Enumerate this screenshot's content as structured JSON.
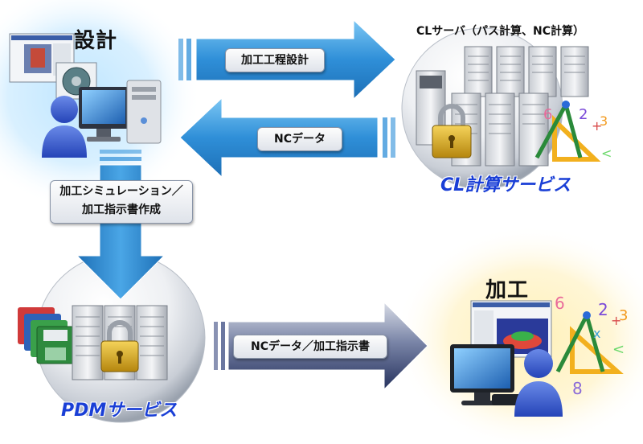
{
  "nodes": {
    "design": {
      "title": "設計"
    },
    "cl_server": {
      "title": "CLサーバ（パス計算、NC計算）",
      "service": "CL計算サービス"
    },
    "pdm": {
      "service": "PDMサービス"
    },
    "machining": {
      "title": "加工"
    }
  },
  "arrows": {
    "process_design": "加工工程設計",
    "nc_data": "NCデータ",
    "simulation_line1": "加工シミュレーション／",
    "simulation_line2": "加工指示書作成",
    "nc_data_instructions": "NCデータ／加工指示書"
  },
  "colors": {
    "blue_arrow": "#2f8fd8",
    "navy_arrow": "#2c3a6e",
    "service_text": "#1a3fd6"
  }
}
